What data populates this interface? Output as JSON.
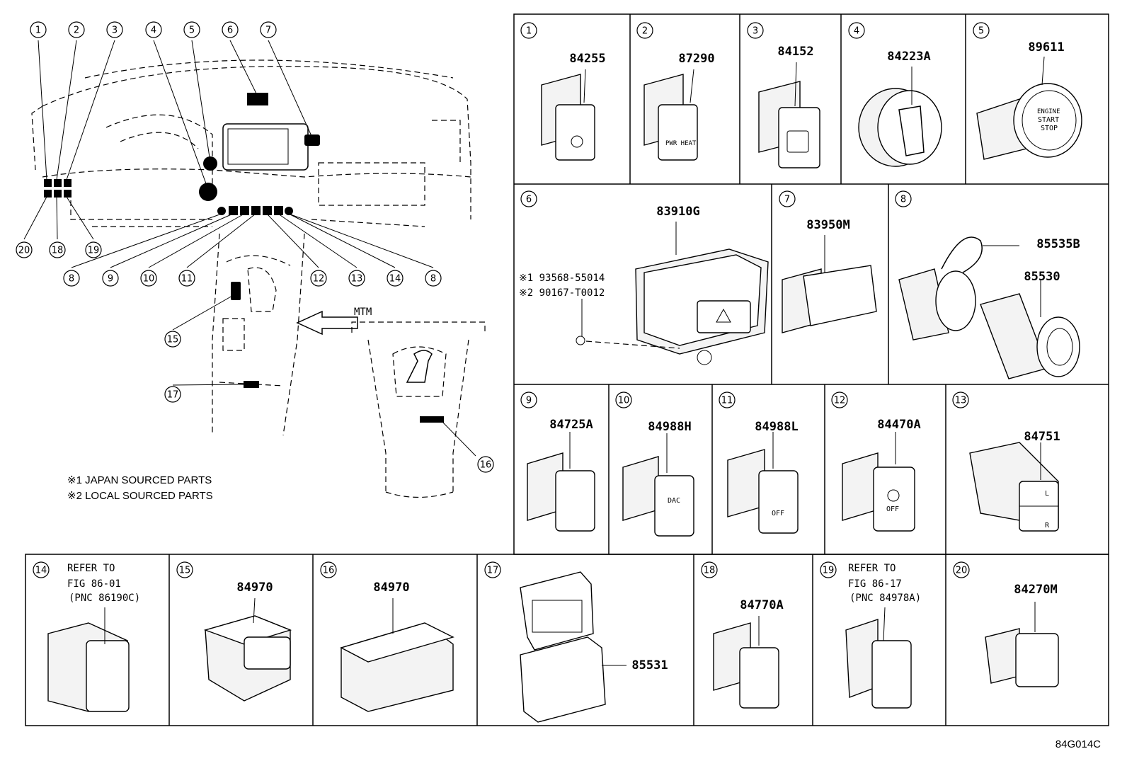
{
  "notes": {
    "note1": "※1 JAPAN SOURCED PARTS",
    "note2": "※2 LOCAL SOURCED PARTS"
  },
  "mtm_label": "MTM",
  "diagram_code": "84G014C",
  "overview_callouts": [
    {
      "n": "1"
    },
    {
      "n": "2"
    },
    {
      "n": "3"
    },
    {
      "n": "4"
    },
    {
      "n": "5"
    },
    {
      "n": "6"
    },
    {
      "n": "7"
    },
    {
      "n": "8"
    },
    {
      "n": "9"
    },
    {
      "n": "10"
    },
    {
      "n": "11"
    },
    {
      "n": "12"
    },
    {
      "n": "13"
    },
    {
      "n": "14"
    },
    {
      "n": "8"
    },
    {
      "n": "15"
    },
    {
      "n": "16"
    },
    {
      "n": "17"
    },
    {
      "n": "18"
    },
    {
      "n": "19"
    },
    {
      "n": "20"
    }
  ],
  "cells": [
    {
      "n": "1",
      "part": "84255"
    },
    {
      "n": "2",
      "part": "87290"
    },
    {
      "n": "3",
      "part": "84152"
    },
    {
      "n": "4",
      "part": "84223A"
    },
    {
      "n": "5",
      "part": "89611"
    },
    {
      "n": "6",
      "part": "83910G",
      "sub1": "※1 93568-55014",
      "sub2": "※2 90167-T0012"
    },
    {
      "n": "7",
      "part": "83950M"
    },
    {
      "n": "8",
      "part": "85535B",
      "part2": "85530"
    },
    {
      "n": "9",
      "part": "84725A"
    },
    {
      "n": "10",
      "part": "84988H"
    },
    {
      "n": "11",
      "part": "84988L"
    },
    {
      "n": "12",
      "part": "84470A"
    },
    {
      "n": "13",
      "part": "84751"
    },
    {
      "n": "14",
      "ref1": "REFER TO",
      "ref2": "FIG 86-01",
      "ref3": "(PNC 86190C)"
    },
    {
      "n": "15",
      "part": "84970"
    },
    {
      "n": "16",
      "part": "84970"
    },
    {
      "n": "17",
      "part": "85531"
    },
    {
      "n": "18",
      "part": "84770A"
    },
    {
      "n": "19",
      "ref1": "REFER TO",
      "ref2": "FIG 86-17",
      "ref3": "(PNC 84978A)"
    },
    {
      "n": "20",
      "part": "84270M"
    }
  ],
  "switch_text": {
    "c2": "PWR HEAT",
    "c5a": "ENGINE",
    "c5b": "START",
    "c5c": "STOP",
    "c10": "DAC",
    "c11": "OFF",
    "c12": "OFF",
    "c13a": "L",
    "c13b": "R"
  }
}
